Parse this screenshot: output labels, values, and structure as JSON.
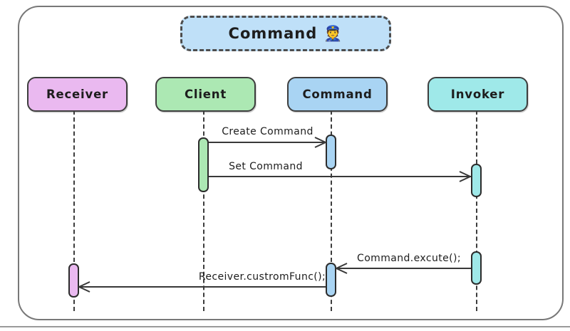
{
  "diagram": {
    "title": {
      "label": "Command",
      "emoji": "👮",
      "fill": "#bfe0f8"
    },
    "participants": [
      {
        "id": "receiver",
        "label": "Receiver",
        "fill": "#eab9f0"
      },
      {
        "id": "client",
        "label": "Client",
        "fill": "#ace8b3"
      },
      {
        "id": "command",
        "label": "Command",
        "fill": "#a9d4f3"
      },
      {
        "id": "invoker",
        "label": "Invoker",
        "fill": "#9fe9e9"
      }
    ],
    "messages": [
      {
        "label": "Create Command",
        "from": "Client",
        "to": "Command",
        "direction": "right"
      },
      {
        "label": "Set Command",
        "from": "Client",
        "to": "Invoker",
        "direction": "right"
      },
      {
        "label": "Command.excute();",
        "from": "Invoker",
        "to": "Command",
        "direction": "left"
      },
      {
        "label": "Receiver.custromFunc();",
        "from": "Command",
        "to": "Receiver",
        "direction": "left"
      }
    ],
    "colors": {
      "line": "#383838",
      "frame_border": "#787878",
      "lifeline": "#3d3d3d",
      "text": "#1d1d1d"
    }
  }
}
